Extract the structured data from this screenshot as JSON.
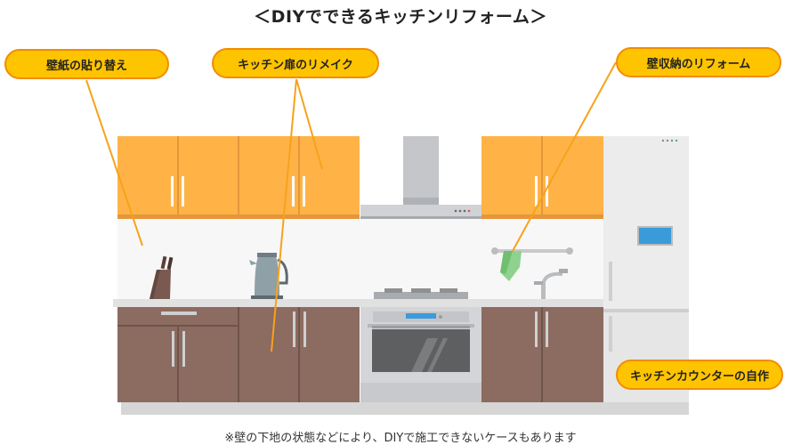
{
  "title": "＜DIYでできるキッチンリフォーム＞",
  "note": "※壁の下地の状態などにより、DIYで施工できないケースもあります",
  "callouts": [
    {
      "label": "壁紙の貼り替え"
    },
    {
      "label": "キッチン扉のリメイク"
    },
    {
      "label": "壁収納のリフォーム"
    },
    {
      "label": "キッチンカウンターの自作"
    }
  ],
  "colors": {
    "upper_cabinet": "#ffb347",
    "lower_cabinet": "#8c6b60",
    "callout_fill": "#ffc400",
    "callout_border": "#f28c00",
    "leader_line": "#f7a21b",
    "fridge": "#ececec",
    "steel": "#b9bcc0",
    "oven_glass": "#5d5f61"
  },
  "icons": {
    "knife_block": "knife-block-icon",
    "kettle": "kettle-icon",
    "towel": "towel-icon",
    "faucet": "faucet-icon",
    "fridge_display": "fridge-display-icon"
  }
}
